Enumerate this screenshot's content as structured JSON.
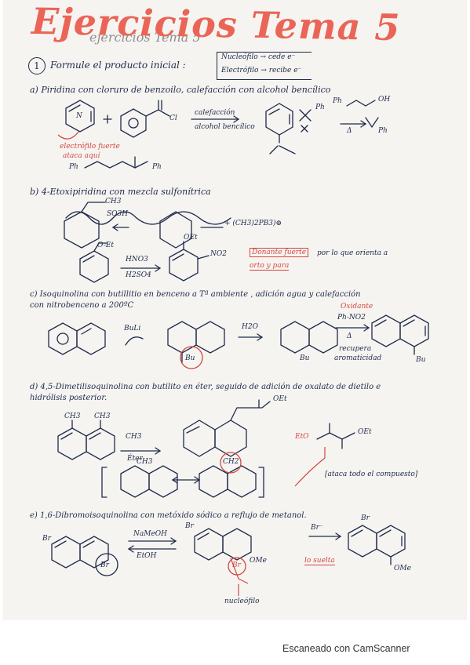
{
  "title": "Ejercicios Tema 5",
  "title_ghost": "ejercicios    Tema 5",
  "q1": {
    "number": "1",
    "prompt": "Formule el producto inicial :",
    "key1": "Nucleófilo → cede e⁻",
    "key2": "Electrófilo → recibe e⁻"
  },
  "a": {
    "text": "a) Piridina con cloruro de benzoilo, calefacción con alcohol bencílico",
    "reagent_top": "calefacción",
    "reagent_bottom": "alcohol bencílico",
    "side_top": "Ph",
    "side_oh": "OH",
    "side_ph": "Ph",
    "note1": "electrófilo fuerte",
    "note2": "ataca aquí",
    "product_l": "Ph",
    "product_r": "Ph",
    "cl": "Cl",
    "n_label": "N",
    "delta": "Δ",
    "ph_bottom": "Ph"
  },
  "b": {
    "text": "b) 4-Etoxipiridina con mezcla sulfonítrica",
    "so3h": "SO3H",
    "ch3": "CH3",
    "ch2ph3": "+ (CH3)2PB3)⊕",
    "oet": "O-Et",
    "oet2": "OEt",
    "hno3": "HNO3",
    "h2so4": "H2SO4",
    "no2": "NO2",
    "boxed": "Donante fuerte",
    "note": "por lo que orienta a",
    "note2": "orto y para"
  },
  "c": {
    "text1": "c) Isoquinolina con butillitio en benceno a Tª ambiente , adición agua y calefacción",
    "text2": "con nitrobenceno a 200ºC",
    "buli": "BuLi",
    "h2o": "H2O",
    "oxid": "Oxidante",
    "phno2": "Ph-NO2",
    "delta": "Δ",
    "recover1": "recupera",
    "recover2": "aromaticidad",
    "bu1": "Bu",
    "bu2": "Bu",
    "bu3": "Bu"
  },
  "d": {
    "text1": "d) 4,5-Dimetilisoquinolina con butilito en éter, seguido de adición de oxalato de dietilo e",
    "text2": "hidrólisis posterior.",
    "ch3a": "CH3",
    "ch3b": "CH3",
    "ch3c": "CH3",
    "ether": "Éter",
    "oet": "OEt",
    "etoa": "EtO",
    "oet2": "OEt",
    "ch2": "CH2",
    "ch3d": "CH3",
    "note": "[ataca todo el compuesto]"
  },
  "e": {
    "text": "e) 1,6-Dibromoisoquinolina con metóxido sódico a reflujo de metanol.",
    "br1": "Br",
    "br2": "Br",
    "naome": "NaMeOH",
    "etoh": "EtOH",
    "br3": "Br",
    "ome": "OMe",
    "brcirc": "Br",
    "br4": "Br⁻",
    "br5": "Br",
    "ome2": "OMe",
    "nucleo": "nucleófilo",
    "leaves": "lo suelta"
  },
  "footer": "Escaneado con CamScanner",
  "colors": {
    "ink": "#1e2a4a",
    "red": "#d2473e",
    "title": "#ea6557"
  }
}
